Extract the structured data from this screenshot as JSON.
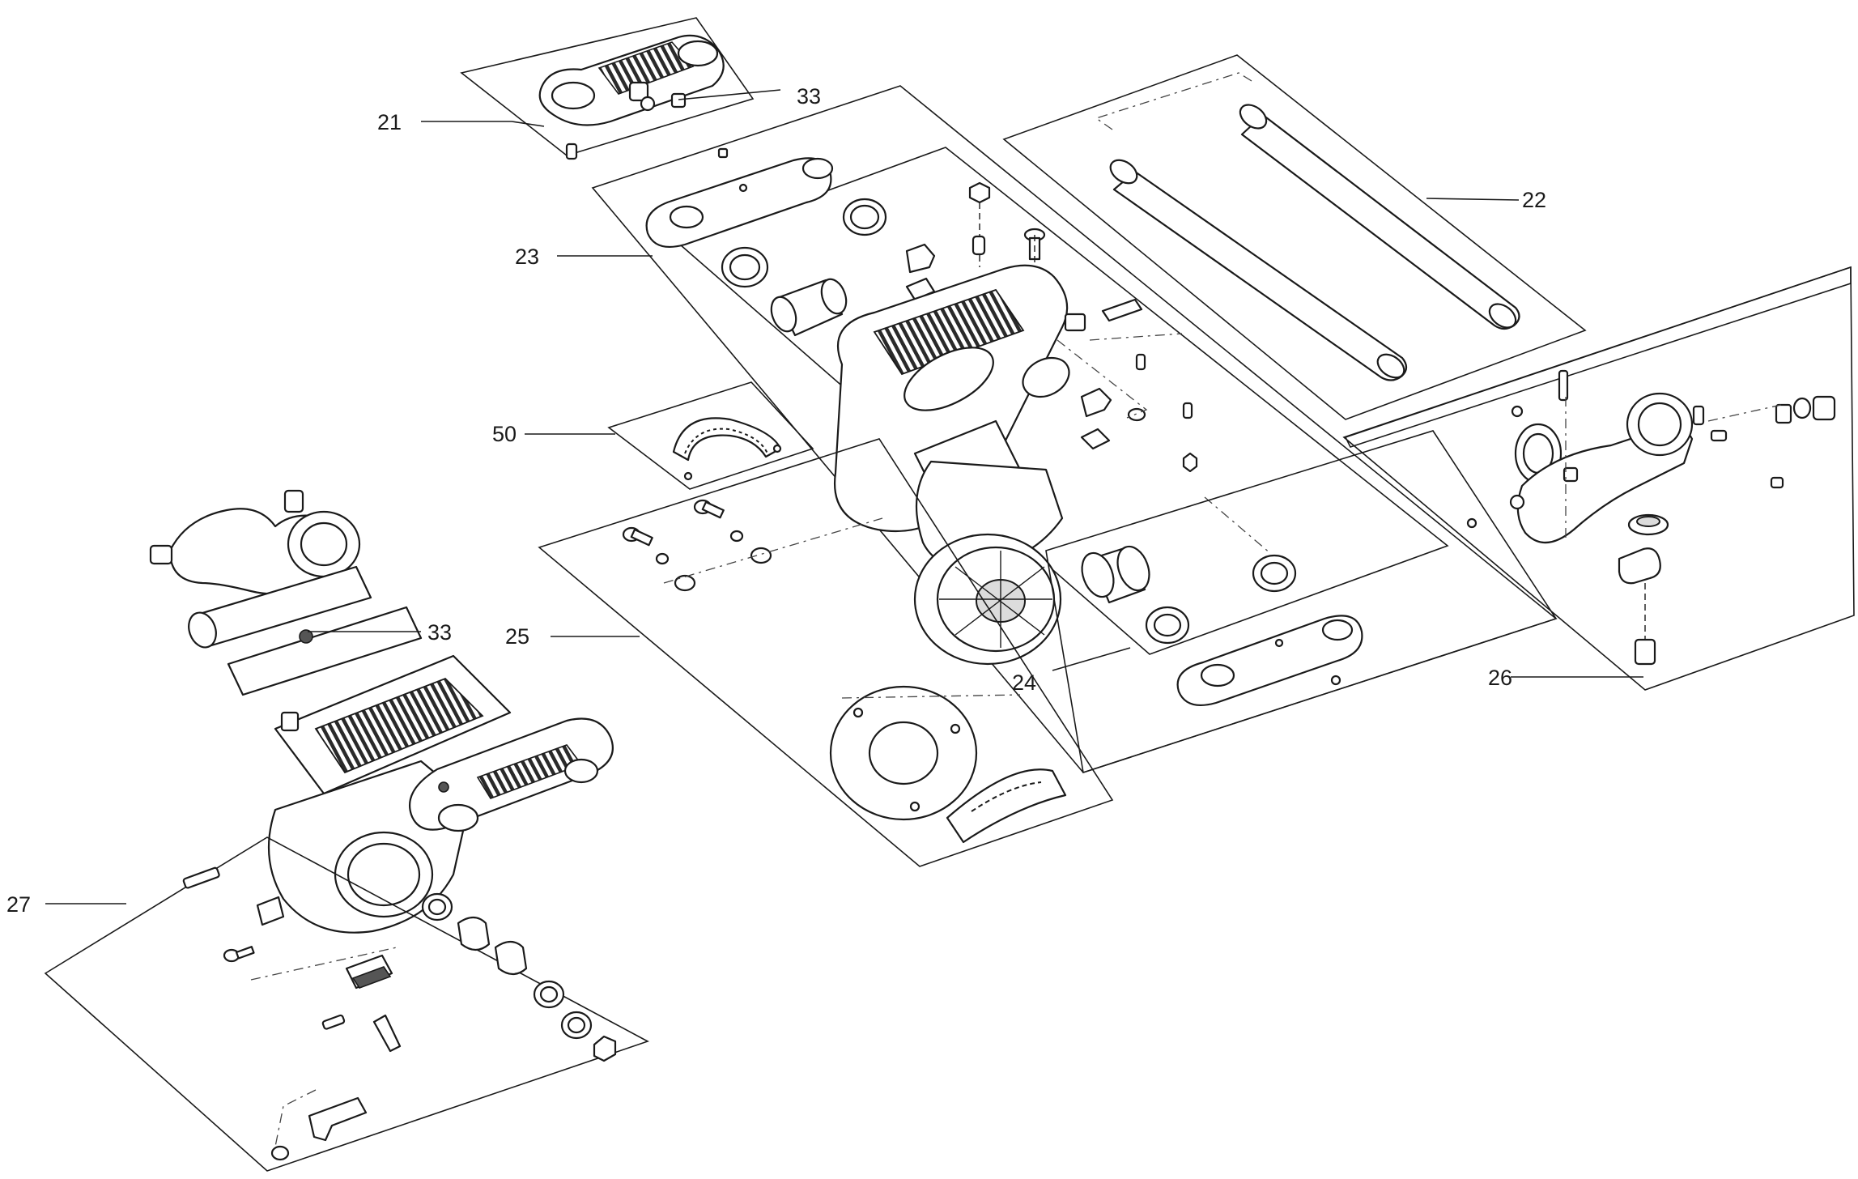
{
  "callouts": {
    "c21": "21",
    "c33a": "33",
    "c22": "22",
    "c23": "23",
    "c50": "50",
    "c25": "25",
    "c24": "24",
    "c26": "26",
    "c33b": "33",
    "c27": "27"
  }
}
